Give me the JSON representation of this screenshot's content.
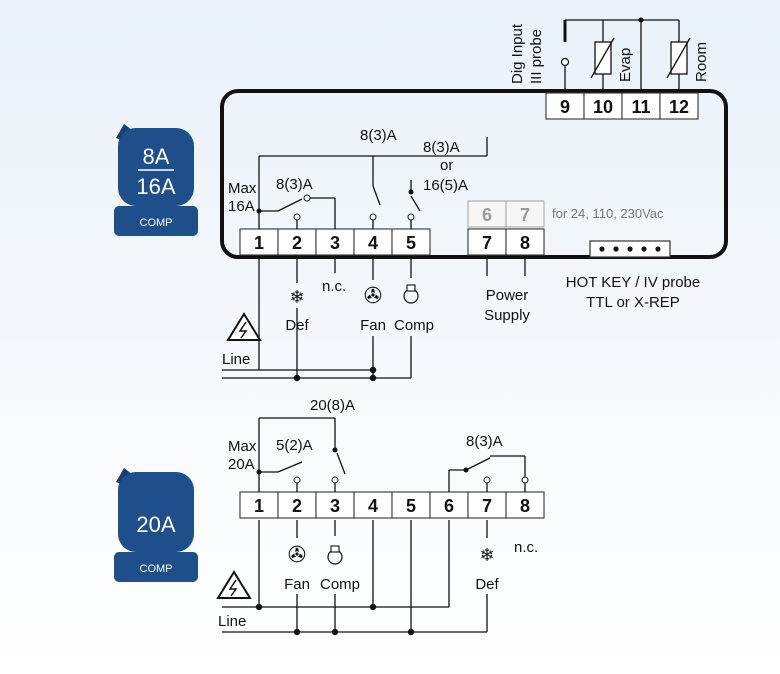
{
  "badges": {
    "top": {
      "line1": "8A",
      "line2": "16A",
      "label": "COMP"
    },
    "bottom": {
      "line1": "20A",
      "label": "COMP"
    }
  },
  "top_diagram": {
    "upper_terminals": [
      "9",
      "10",
      "11",
      "12"
    ],
    "upper_labels": {
      "dig_input_1": "Dig Input",
      "dig_input_2": "III probe",
      "evap": "Evap",
      "room": "Room"
    },
    "terminals": [
      "1",
      "2",
      "3",
      "4",
      "5",
      "6",
      "7",
      "8"
    ],
    "max_1": "Max",
    "max_2": "16A",
    "relay_def": "8(3)A",
    "relay_fan": "8(3)A",
    "relay_comp_1": "8(3)A",
    "relay_comp_2": "or",
    "relay_comp_3": "16(5)A",
    "supply_note": "for 24, 110, 230Vac",
    "nc": "n.c.",
    "def": "Def",
    "fan": "Fan",
    "comp": "Comp",
    "power_1": "Power",
    "power_2": "Supply",
    "hotkey_1": "HOT KEY / IV probe",
    "hotkey_2": "TTL or X-REP",
    "line": "Line"
  },
  "bottom_diagram": {
    "terminals": [
      "1",
      "2",
      "3",
      "4",
      "5",
      "6",
      "7",
      "8"
    ],
    "max_1": "Max",
    "max_2": "20A",
    "relay_fan": "5(2)A",
    "relay_comp": "20(8)A",
    "relay_def": "8(3)A",
    "nc": "n.c.",
    "fan": "Fan",
    "comp": "Comp",
    "def": "Def",
    "line": "Line"
  },
  "colors": {
    "badge": "#1e4f8a",
    "badge_dark": "#123a6b"
  }
}
